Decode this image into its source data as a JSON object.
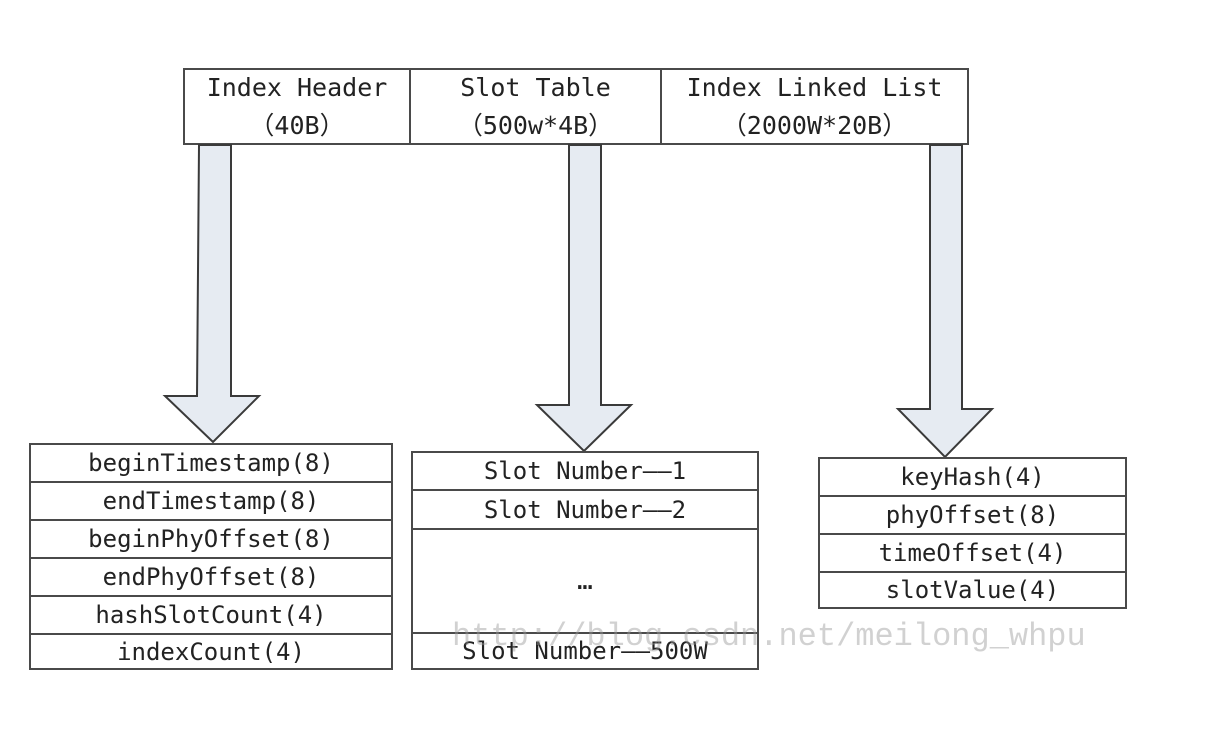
{
  "header": {
    "sections": [
      {
        "line1": "Index Header",
        "line2": "（40B）"
      },
      {
        "line1": "Slot Table",
        "line2": "（500w*4B）"
      },
      {
        "line1": "Index Linked List",
        "line2": "（2000W*20B）"
      }
    ]
  },
  "index_header_fields": [
    "beginTimestamp(8)",
    "endTimestamp(8)",
    "beginPhyOffset(8)",
    "endPhyOffset(8)",
    "hashSlotCount(4)",
    "indexCount(4)"
  ],
  "slot_table_rows": [
    "Slot Number——1",
    "Slot Number——2",
    "…",
    "Slot Number——500W"
  ],
  "index_entry_fields": [
    "keyHash(4)",
    "phyOffset(8)",
    "timeOffset(4)",
    "slotValue(4)"
  ],
  "watermark": "http://blog.csdn.net/meilong_whpu",
  "colors": {
    "border": "#4a4a4a",
    "arrow_fill": "#e6ebf2",
    "arrow_stroke": "#3a3a3a"
  }
}
